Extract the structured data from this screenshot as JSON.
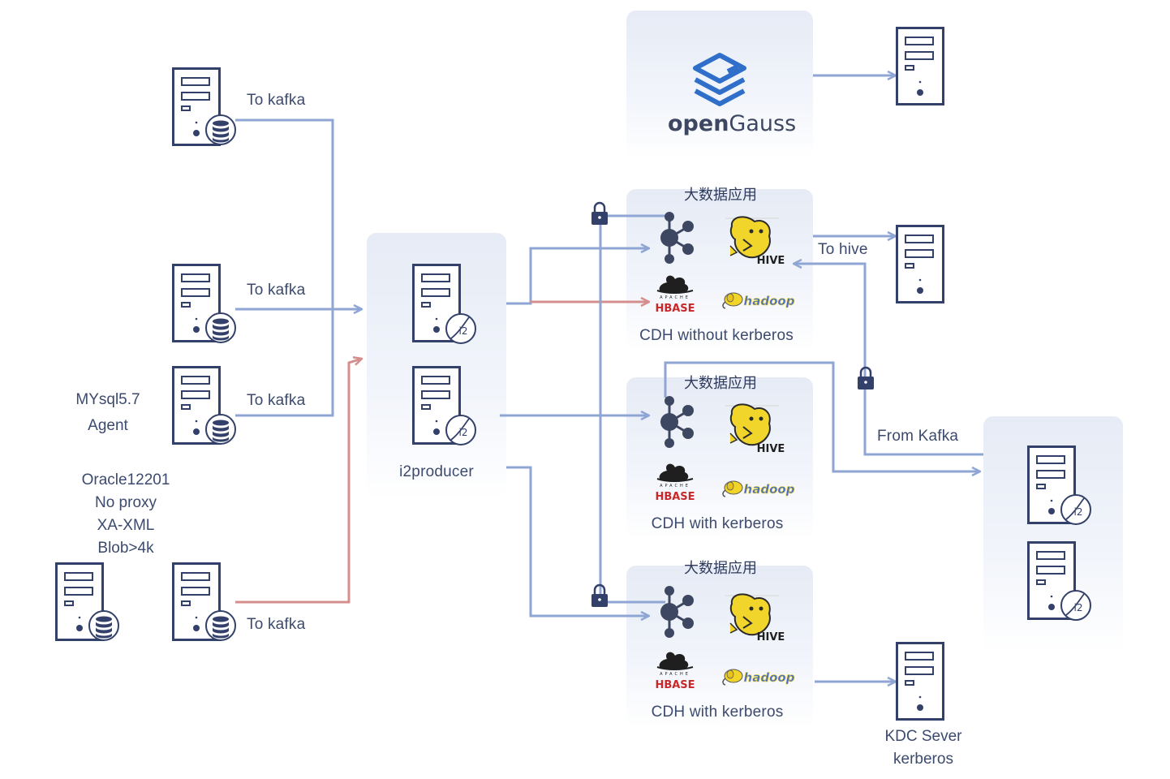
{
  "colors": {
    "line_blue": "#8fa6d4",
    "line_red": "#d48e8e",
    "server_stroke": "#33406a",
    "panel_top": "#e6ebf5",
    "text": "#3c4a6e"
  },
  "labels": {
    "to_kafka_1": "To kafka",
    "to_kafka_2": "To kafka",
    "to_kafka_3": "To kafka",
    "to_kafka_4": "To kafka",
    "to_hive": "To hive",
    "from_kafka": "From Kafka",
    "i2producer": "i2producer"
  },
  "mysql_agent": [
    "MYsql5.7",
    "Agent"
  ],
  "oracle_note": [
    "Oracle12201",
    "No proxy",
    "XA-XML",
    "Blob>4k"
  ],
  "opengauss": {
    "brand_bold": "open",
    "brand_light": "Gauss"
  },
  "cdh_clusters": [
    {
      "header": "大数据应用",
      "name": "CDH without kerberos"
    },
    {
      "header": "大数据应用",
      "name": "CDH with kerberos"
    },
    {
      "header": "大数据应用",
      "name": "CDH with kerberos"
    }
  ],
  "logo_text": {
    "hive": "HIVE",
    "hbase_top": "APACHE",
    "hbase": "HBASE",
    "hadoop": "hadoop",
    "i2_badge": "i2"
  },
  "kdc": [
    "KDC Sever",
    "kerberos"
  ],
  "icons": [
    "server-icon",
    "database-icon",
    "i2-badge-icon",
    "kafka-icon",
    "hive-logo",
    "hbase-logo",
    "hadoop-logo",
    "lock-icon",
    "opengauss-logo"
  ]
}
